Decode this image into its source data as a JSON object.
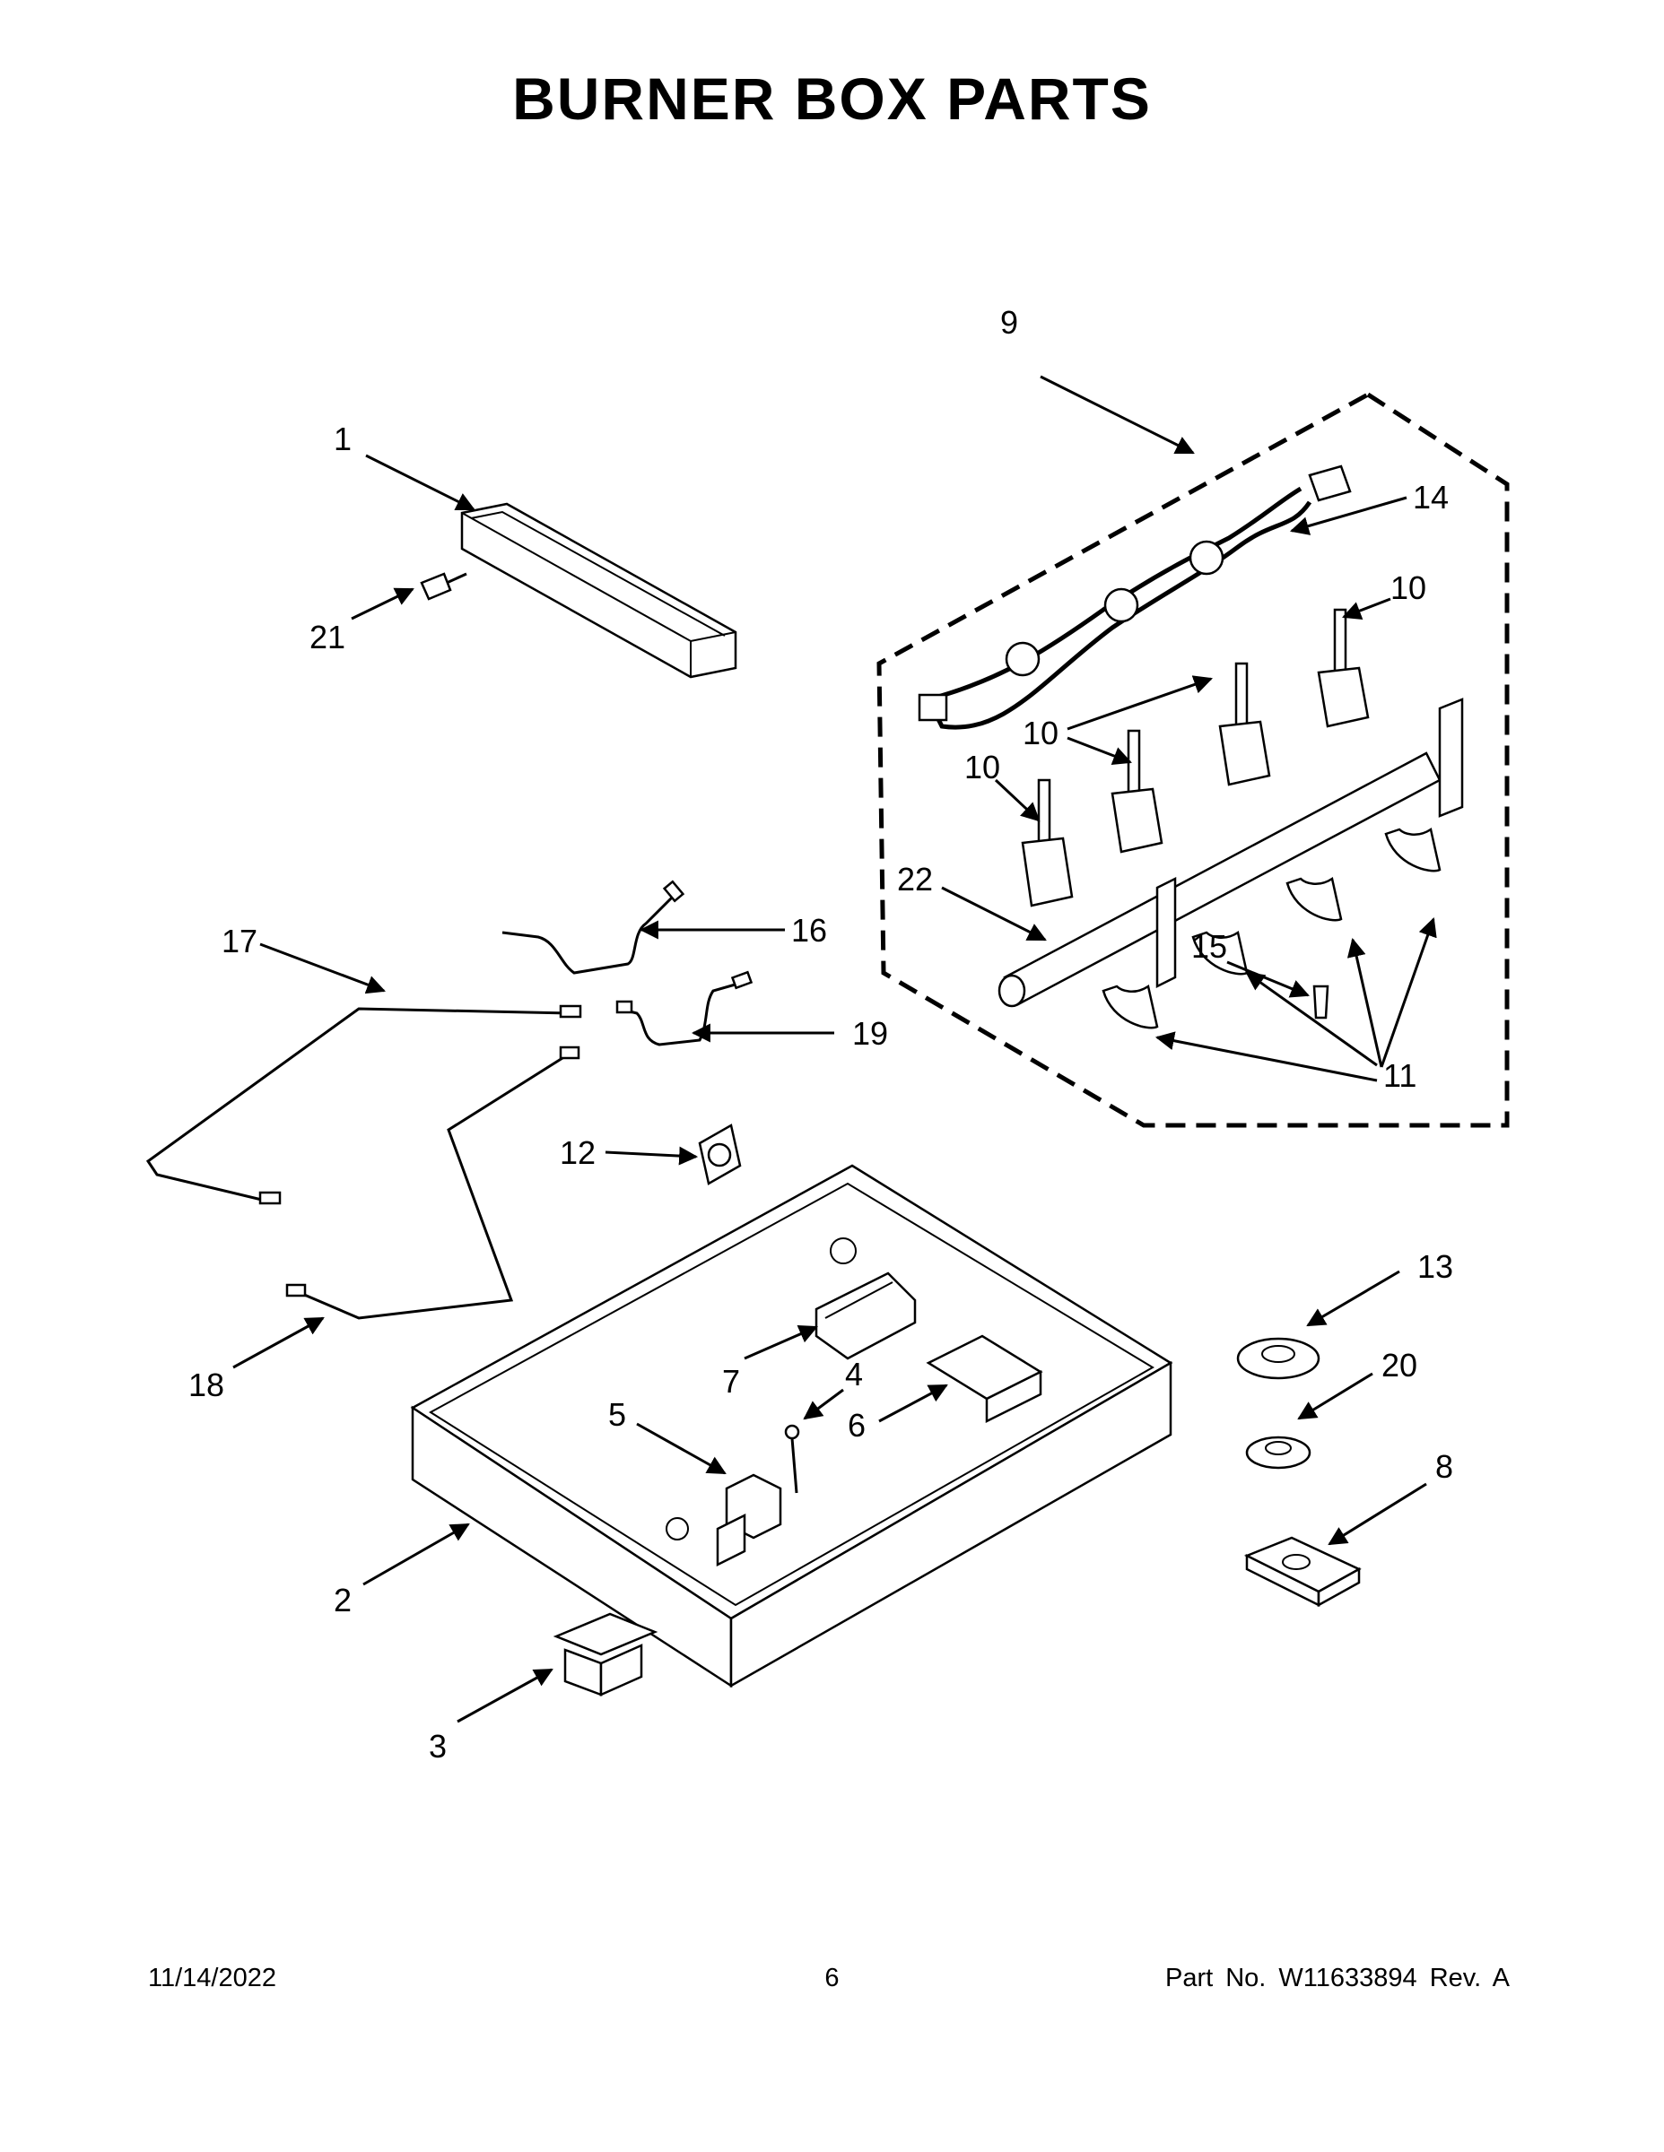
{
  "title": "BURNER BOX PARTS",
  "footer": {
    "date": "11/14/2022",
    "page": "6",
    "part_number": "Part No.  W11633894  Rev.  A"
  },
  "callouts": {
    "c1": "1",
    "c2": "2",
    "c3": "3",
    "c4": "4",
    "c5": "5",
    "c6": "6",
    "c7": "7",
    "c8": "8",
    "c9": "9",
    "c10a": "10",
    "c10b": "10",
    "c10c": "10",
    "c11": "11",
    "c12": "12",
    "c13": "13",
    "c14": "14",
    "c15": "15",
    "c16": "16",
    "c17": "17",
    "c18": "18",
    "c19": "19",
    "c20": "20",
    "c21": "21",
    "c22": "22"
  }
}
